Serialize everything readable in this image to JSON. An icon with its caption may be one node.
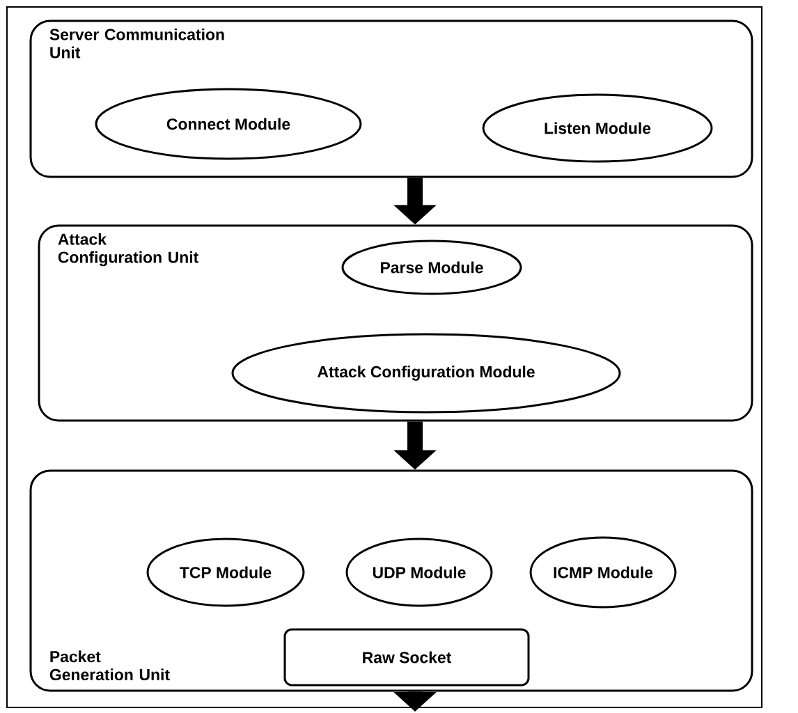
{
  "diagram": {
    "nodes": [
      {
        "text": [
          "Server Communication Unit"
        ]
      },
      {
        "text": [
          "Connect Module"
        ],
        "in": 0
      },
      {
        "text": [
          "Listen Module"
        ],
        "in": 0
      },
      {
        "text": [
          "Attack Configuration Unit"
        ]
      },
      {
        "text": [
          "Parse Module"
        ],
        "in": 3
      },
      {
        "text": [
          "Attack Configuration Module"
        ],
        "in": 3
      },
      {
        "text": [
          "Packet Generation Unit"
        ]
      },
      {
        "text": [
          "TCP Module"
        ],
        "in": 6
      },
      {
        "text": [
          "UDP Module"
        ],
        "in": 6
      },
      {
        "text": [
          "ICMP Module"
        ],
        "in": 6
      },
      {
        "text": [
          "Raw Socket"
        ],
        "in": 6
      }
    ],
    "edges": [
      {
        "from": 0,
        "to": 3,
        "arrow": "to"
      },
      {
        "from": 3,
        "to": 6,
        "arrow": "to"
      },
      {
        "from": 6,
        "to": null,
        "arrow": "to"
      }
    ]
  }
}
